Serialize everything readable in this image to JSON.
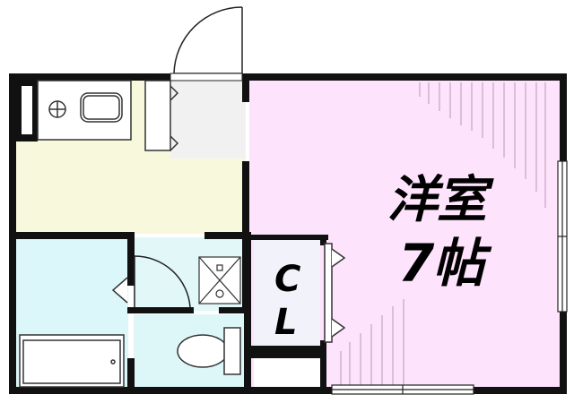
{
  "floor_plan": {
    "rooms": {
      "western_room": {
        "name": "洋室",
        "size": "7帖",
        "color": "#fde3fb"
      },
      "closet": {
        "label_line1": "C",
        "label_line2": "L",
        "color": "#f2f2fb"
      },
      "kitchen": {
        "color": "#f7f8dc"
      },
      "entrance": {
        "color": "#f1f1f1"
      },
      "bathroom": {
        "color": "#dcf7f9"
      },
      "washroom": {
        "color": "#e2f8f8"
      },
      "toilet": {
        "color": "#ddf7f8"
      }
    },
    "wall_color": "#111111"
  }
}
